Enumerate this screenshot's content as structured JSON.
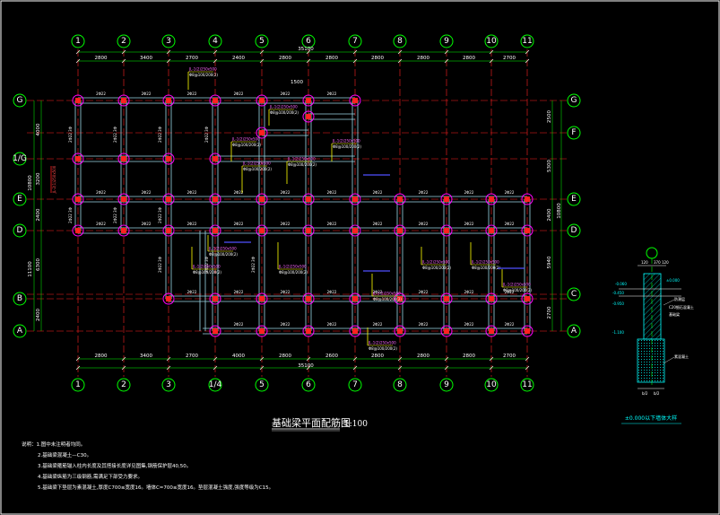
{
  "drawing": {
    "title": "基础梁平面配筋图",
    "scale": "1:100",
    "detail_title": "±0.000以下墙体大样"
  },
  "axes": {
    "vertical": [
      "1",
      "2",
      "3",
      "4",
      "5",
      "6",
      "7",
      "8",
      "9",
      "10",
      "11"
    ],
    "bottom_labels": [
      "1",
      "2",
      "3",
      "1/4",
      "5",
      "6",
      "7",
      "8",
      "9",
      "10",
      "11"
    ],
    "horizontal_left": [
      "G",
      "1/G",
      "E",
      "D",
      "B",
      "A"
    ],
    "horizontal_right": [
      "G",
      "F",
      "E",
      "D",
      "C",
      "A"
    ]
  },
  "dimensions": {
    "overall_top": "35100",
    "overall_bottom": "35100",
    "top_spans": [
      "2800",
      "3400",
      "2700",
      "2400",
      "2800",
      "2800",
      "2800",
      "2800",
      "2800",
      "2700"
    ],
    "bottom_spans": [
      "2800",
      "3400",
      "2700",
      "4000",
      "2800",
      "2600",
      "2800",
      "2800",
      "2800",
      "2700"
    ],
    "inner_top": "1500",
    "left_overall_upper": "10800",
    "left_overall_lower": "11100",
    "left_spans": [
      "4000",
      "3200",
      "2400",
      "6300",
      "2400"
    ],
    "right_overall_upper": "10800",
    "right_spans": [
      "2500",
      "5300",
      "2400",
      "5940",
      "2700"
    ]
  },
  "labels": {
    "beam": "2Φ22",
    "beam_vertical": "2Φ22 3Φ",
    "spec": "JL-1(2)250x500",
    "spec_alt": "JL-2(1)250x500",
    "stirrup": "Φ8@100/200(2)"
  },
  "notes": [
    "说明：1.图中未注明者均同。",
    "2.基础梁混凝土—C30。",
    "3.基础梁箍筋锚入柱内长度及其搭接长度详见图集,钢筋保护层40,50。",
    "4.基础梁纵筋为三级钢筋,需满足下部受力要求。",
    "5.基础梁下垫层为素混凝土,厚度C700≤宽度16。墙体C=700≤宽度16。垫层混凝土强度,强度等级为C15。"
  ],
  "detail": {
    "levels": [
      "-0.060",
      "±0.000",
      "-0.450",
      "-0.950",
      "-1.100"
    ],
    "dims": [
      "120",
      "370",
      "120",
      "b/2",
      "b/2"
    ],
    "callouts": [
      "防潮层",
      "C20细石混凝土",
      "基础梁",
      "素混凝土"
    ]
  }
}
